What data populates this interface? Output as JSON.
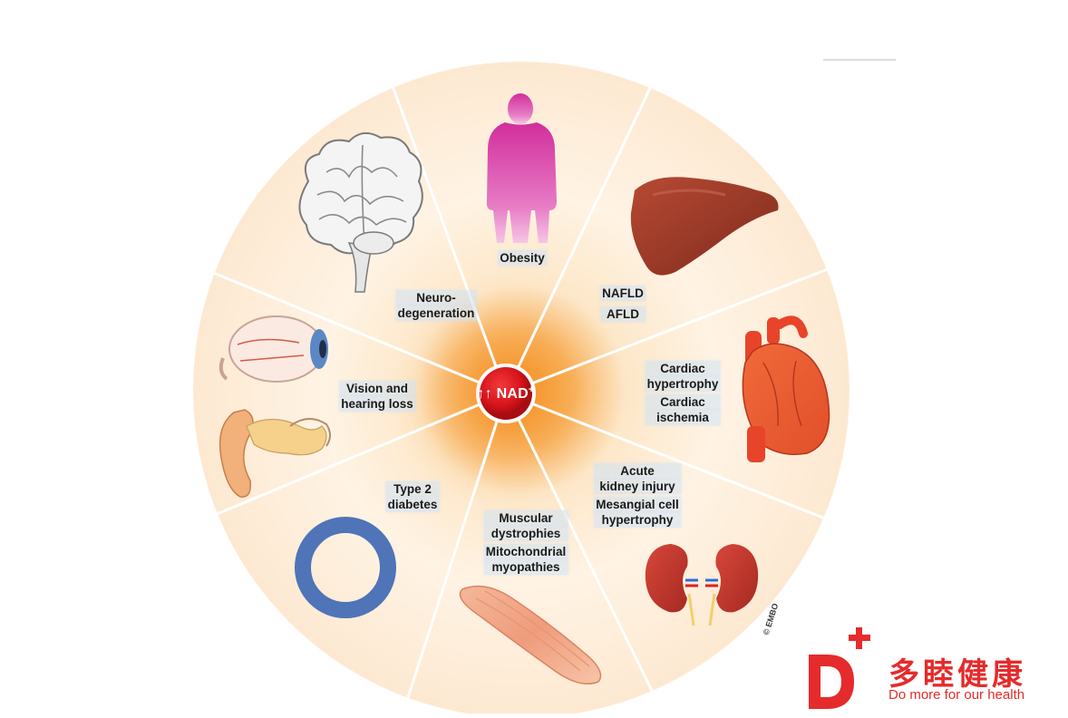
{
  "hub": {
    "prefix": "↑↑",
    "main": "NAD",
    "superscript": "+"
  },
  "conditions": {
    "obesity": [
      "Obesity"
    ],
    "liver": [
      "NAFLD",
      "AFLD"
    ],
    "heart": [
      "Cardiac",
      "hypertrophy",
      "Cardiac",
      "ischemia"
    ],
    "kidney": [
      "Acute",
      "kidney injury",
      "Mesangial cell",
      "hypertrophy"
    ],
    "muscle": [
      "Muscular",
      "dystrophies",
      "Mitochondrial",
      "myopathies"
    ],
    "diabetes": [
      "Type 2",
      "diabetes"
    ],
    "senses": [
      "Vision and",
      "hearing loss"
    ],
    "brain": [
      "Neuro-",
      "degeneration"
    ]
  },
  "copyright": "© EMBO",
  "brand": {
    "chinese": "多睦健康",
    "english": "Do more for our health"
  },
  "colors": {
    "hub_red": "#d8141c",
    "accent_orange": "#f39a2e",
    "brand_red": "#e52b2b",
    "ring_blue": "#4f74b8",
    "body_magenta": "#d83aa8",
    "liver_brown": "#9e3a2a"
  }
}
